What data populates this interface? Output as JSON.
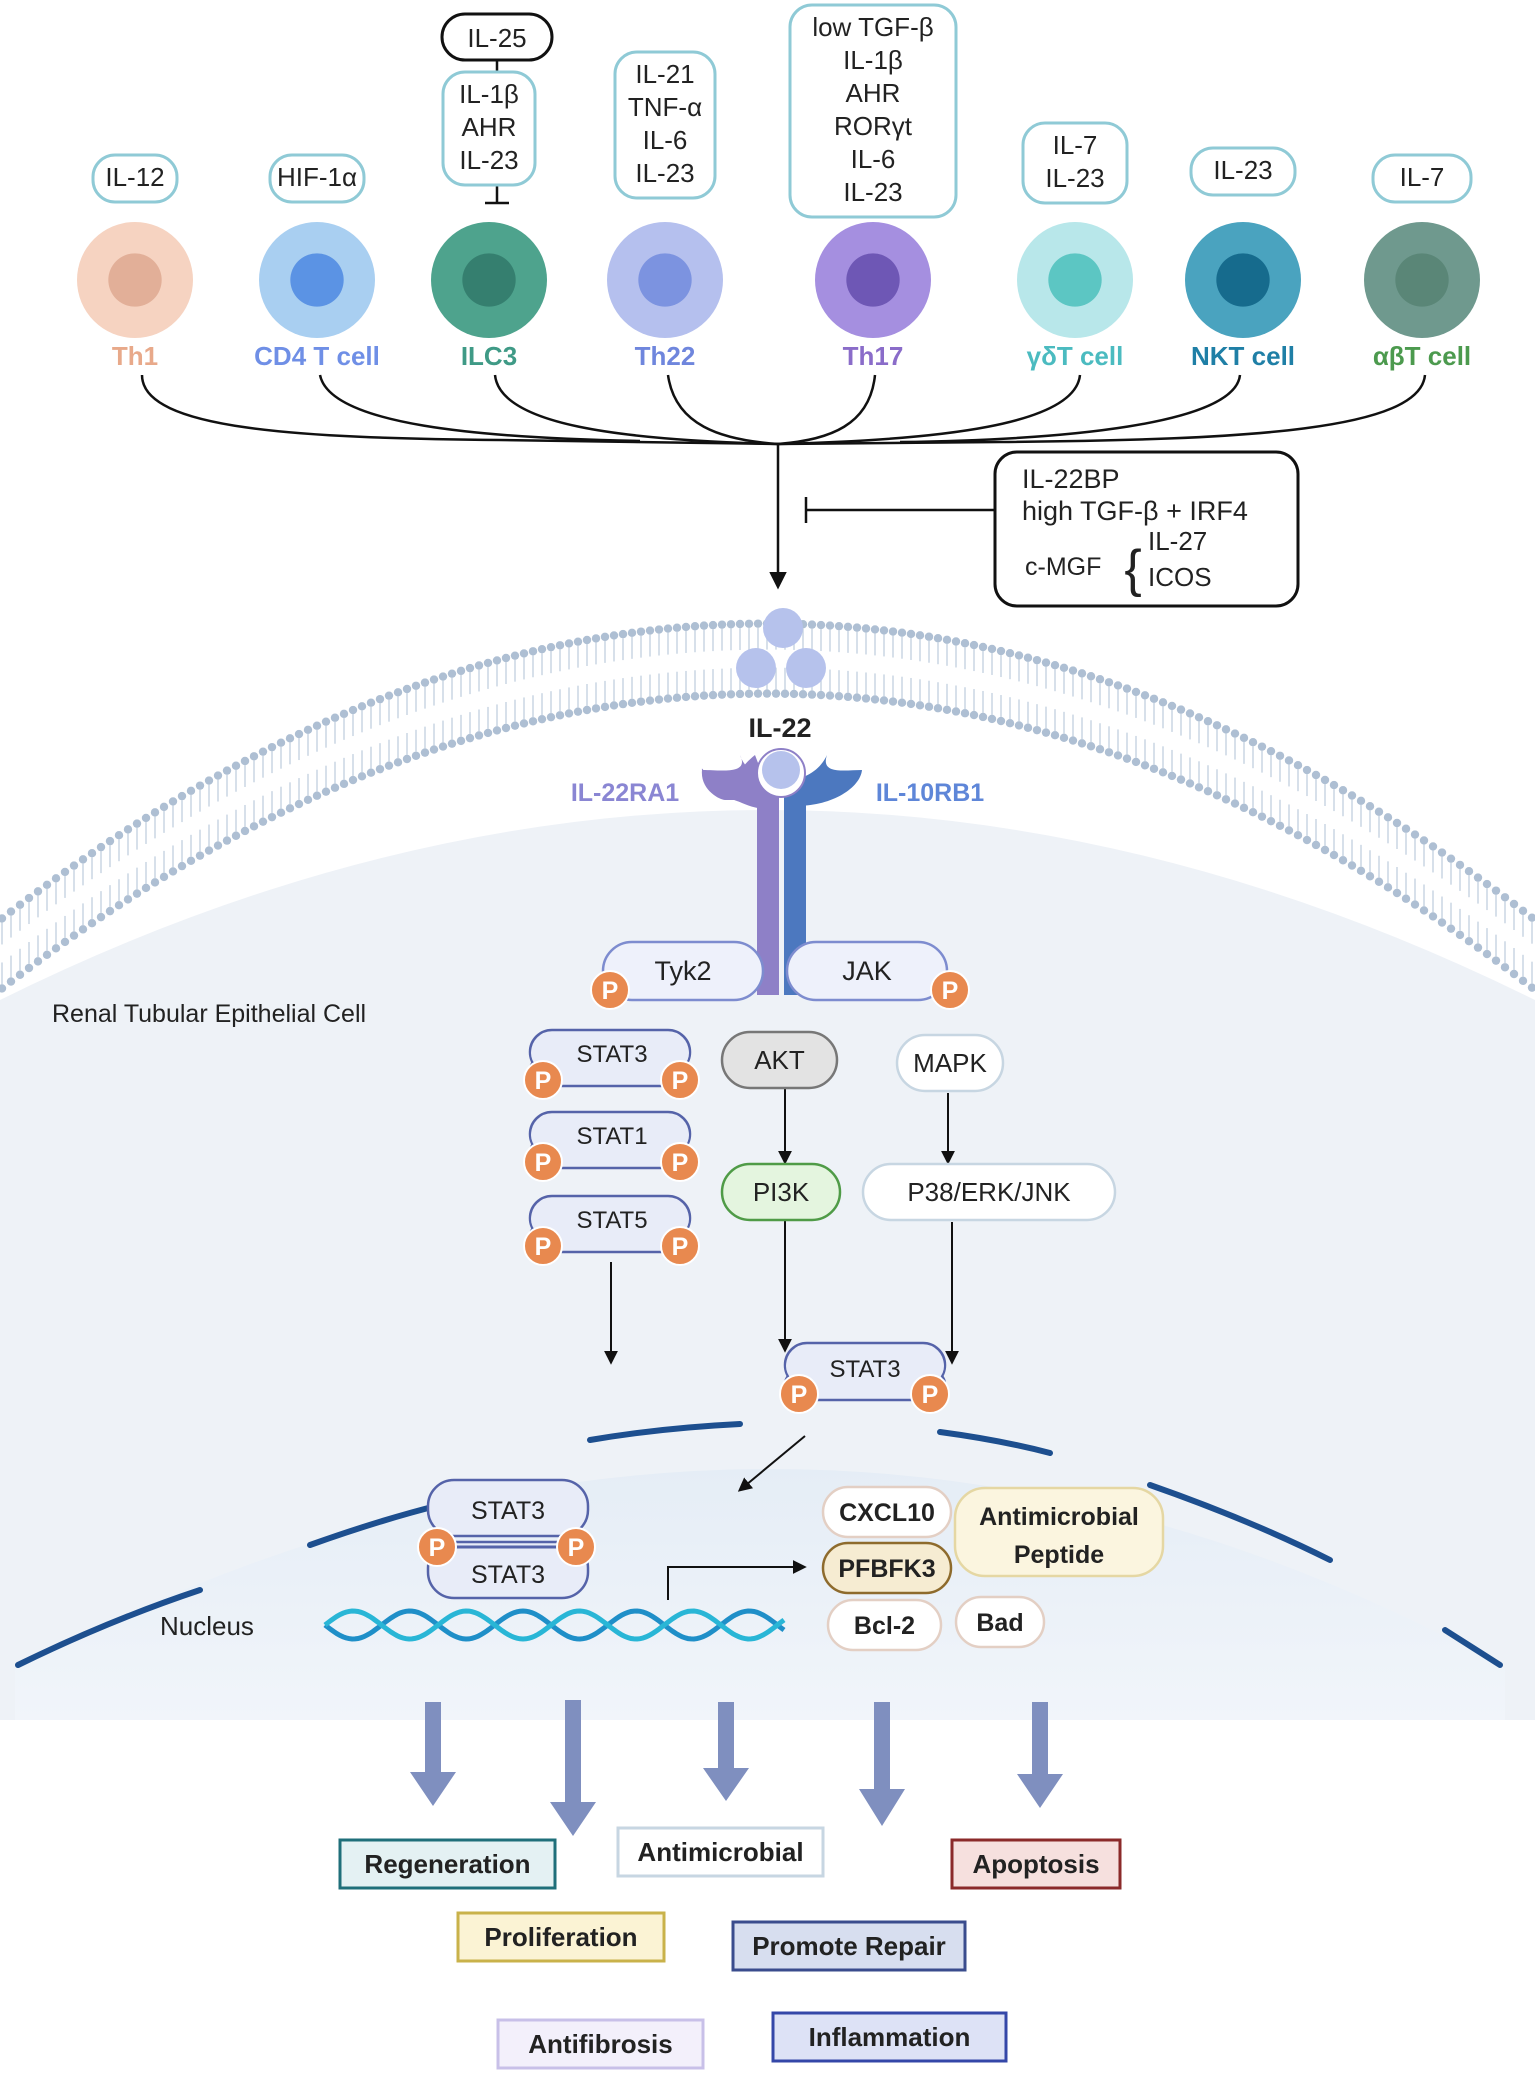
{
  "cells": [
    {
      "name": "Th1",
      "color": "#e8a98a",
      "membrane": "#f6d3c1",
      "nucleus": "#e2af98",
      "inducers": [
        "IL-12"
      ]
    },
    {
      "name": "CD4 T cell",
      "color": "#6f8fe6",
      "membrane": "#a9cff1",
      "nucleus": "#5b93e4",
      "inducers": [
        "HIF-1α"
      ]
    },
    {
      "name": "ILC3",
      "color": "#3f9a86",
      "membrane": "#4ea38d",
      "nucleus": "#357f6f",
      "inducers": [
        "IL-1β",
        "AHR",
        "IL-23"
      ],
      "inhibitor": "IL-25"
    },
    {
      "name": "Th22",
      "color": "#6f86dd",
      "membrane": "#b5c0ee",
      "nucleus": "#7c93e0",
      "inducers": [
        "IL-21",
        "TNF-α",
        "IL-6",
        "IL-23"
      ]
    },
    {
      "name": "Th17",
      "color": "#8a6cc9",
      "membrane": "#a58fe0",
      "nucleus": "#6e57b5",
      "inducers": [
        "low TGF-β",
        "IL-1β",
        "AHR",
        "RORγt",
        "IL-6",
        "IL-23"
      ]
    },
    {
      "name": "γδT cell",
      "color": "#4bbbc0",
      "membrane": "#b8e7ea",
      "nucleus": "#5cc6c3",
      "inducers": [
        "IL-7",
        "IL-23"
      ]
    },
    {
      "name": "NKT cell",
      "color": "#1f7fa6",
      "membrane": "#4aa3bf",
      "nucleus": "#166b8d",
      "inducers": [
        "IL-23"
      ]
    },
    {
      "name": "αβT cell",
      "color": "#4c9a4e",
      "membrane": "#6f998e",
      "nucleus": "#5a8677",
      "inducers": [
        "IL-7"
      ]
    }
  ],
  "inhibitors_box": {
    "line1": "IL-22BP",
    "line2": "high TGF-β  +  IRF4",
    "cmgf_label": "c-MGF",
    "cmgf_items": [
      "IL-27",
      "ICOS"
    ]
  },
  "ligand_label": "IL-22",
  "receptors": {
    "left": "IL-22RA1",
    "right": "IL-10RB1"
  },
  "cell_label": "Renal Tubular Epithelial Cell",
  "nucleus_label": "Nucleus",
  "kinases": {
    "left": "Tyk2",
    "right": "JAK"
  },
  "stats": [
    "STAT3",
    "STAT1",
    "STAT5"
  ],
  "pathway": {
    "akt": "AKT",
    "pi3k": "PI3K",
    "mapk": "MAPK",
    "p38": "P38/ERK/JNK"
  },
  "stat3_label": "STAT3",
  "phospho_label": "P",
  "target_genes": [
    "CXCL10",
    "PFBFK3",
    "Bcl-2",
    "Bad"
  ],
  "antimicrobial_peptide": "Antimicrobial Peptide",
  "outcomes": [
    {
      "label": "Regeneration",
      "border": "#1f6f7a",
      "fill": "#e4f1f3"
    },
    {
      "label": "Antimicrobial",
      "border": "#c7d6e2",
      "fill": "#ffffff"
    },
    {
      "label": "Apoptosis",
      "border": "#8b2a2a",
      "fill": "#f6e0de"
    },
    {
      "label": "Proliferation",
      "border": "#c9b24a",
      "fill": "#fbf3d4"
    },
    {
      "label": "Promote Repair",
      "border": "#3a4c8d",
      "fill": "#d7deef"
    },
    {
      "label": "Antifibrosis",
      "border": "#c8c0e8",
      "fill": "#f3f0fb"
    },
    {
      "label": "Inflammation",
      "border": "#3447a8",
      "fill": "#dde2f6"
    }
  ]
}
